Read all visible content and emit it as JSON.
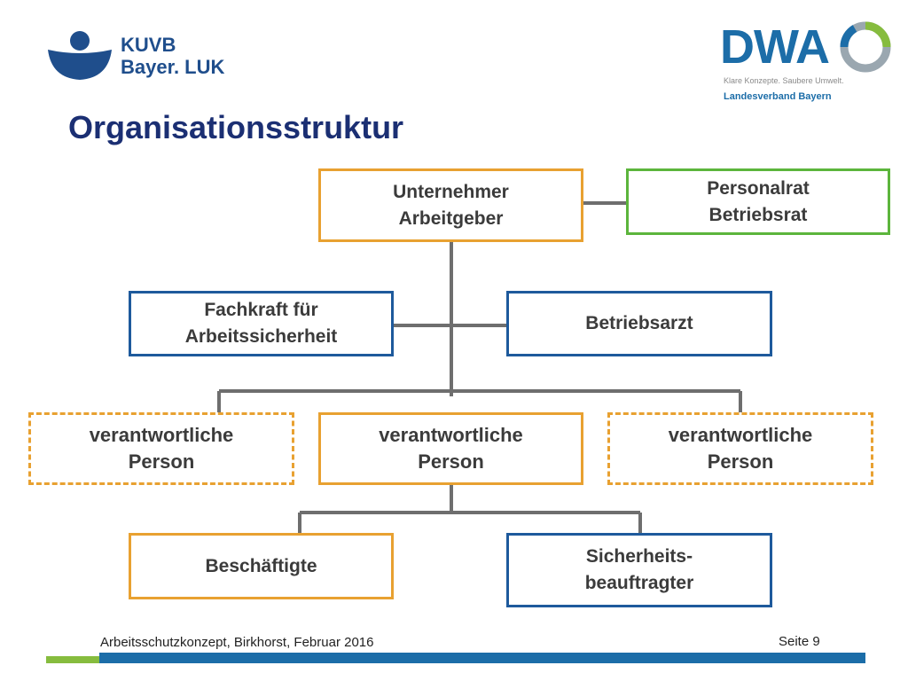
{
  "header": {
    "kuvb_logo": {
      "line1": "KUVB",
      "line2": "Bayer. LUK",
      "icon": "kuvb-figure-icon"
    },
    "dwa_logo": {
      "wordmark": "DWA",
      "claim": "Klare Konzepte. Saubere Umwelt.",
      "region": "Landesverband Bayern",
      "icon": "dwa-ring-icon"
    },
    "title": "Organisationsstruktur"
  },
  "colors": {
    "orange": "#e8a131",
    "green": "#5cb53c",
    "blue": "#1e5a9c",
    "connector": "#6e6e6e",
    "title": "#1b2f73"
  },
  "diagram": {
    "employer": "Unternehmer\nArbeitgeber",
    "staff_council": "Personalrat\nBetriebsrat",
    "safety_specialist": "Fachkraft für\nArbeitssicherheit",
    "company_doctor": "Betriebsarzt",
    "responsible_left": "verantwortliche\nPerson",
    "responsible_center": "verantwortliche\nPerson",
    "responsible_right": "verantwortliche\nPerson",
    "employees": "Beschäftigte",
    "safety_officer": "Sicherheits-\nbeauftragter"
  },
  "footer": {
    "text": "Arbeitsschutzkonzept, Birkhorst, Februar 2016",
    "page": "Seite 9"
  }
}
